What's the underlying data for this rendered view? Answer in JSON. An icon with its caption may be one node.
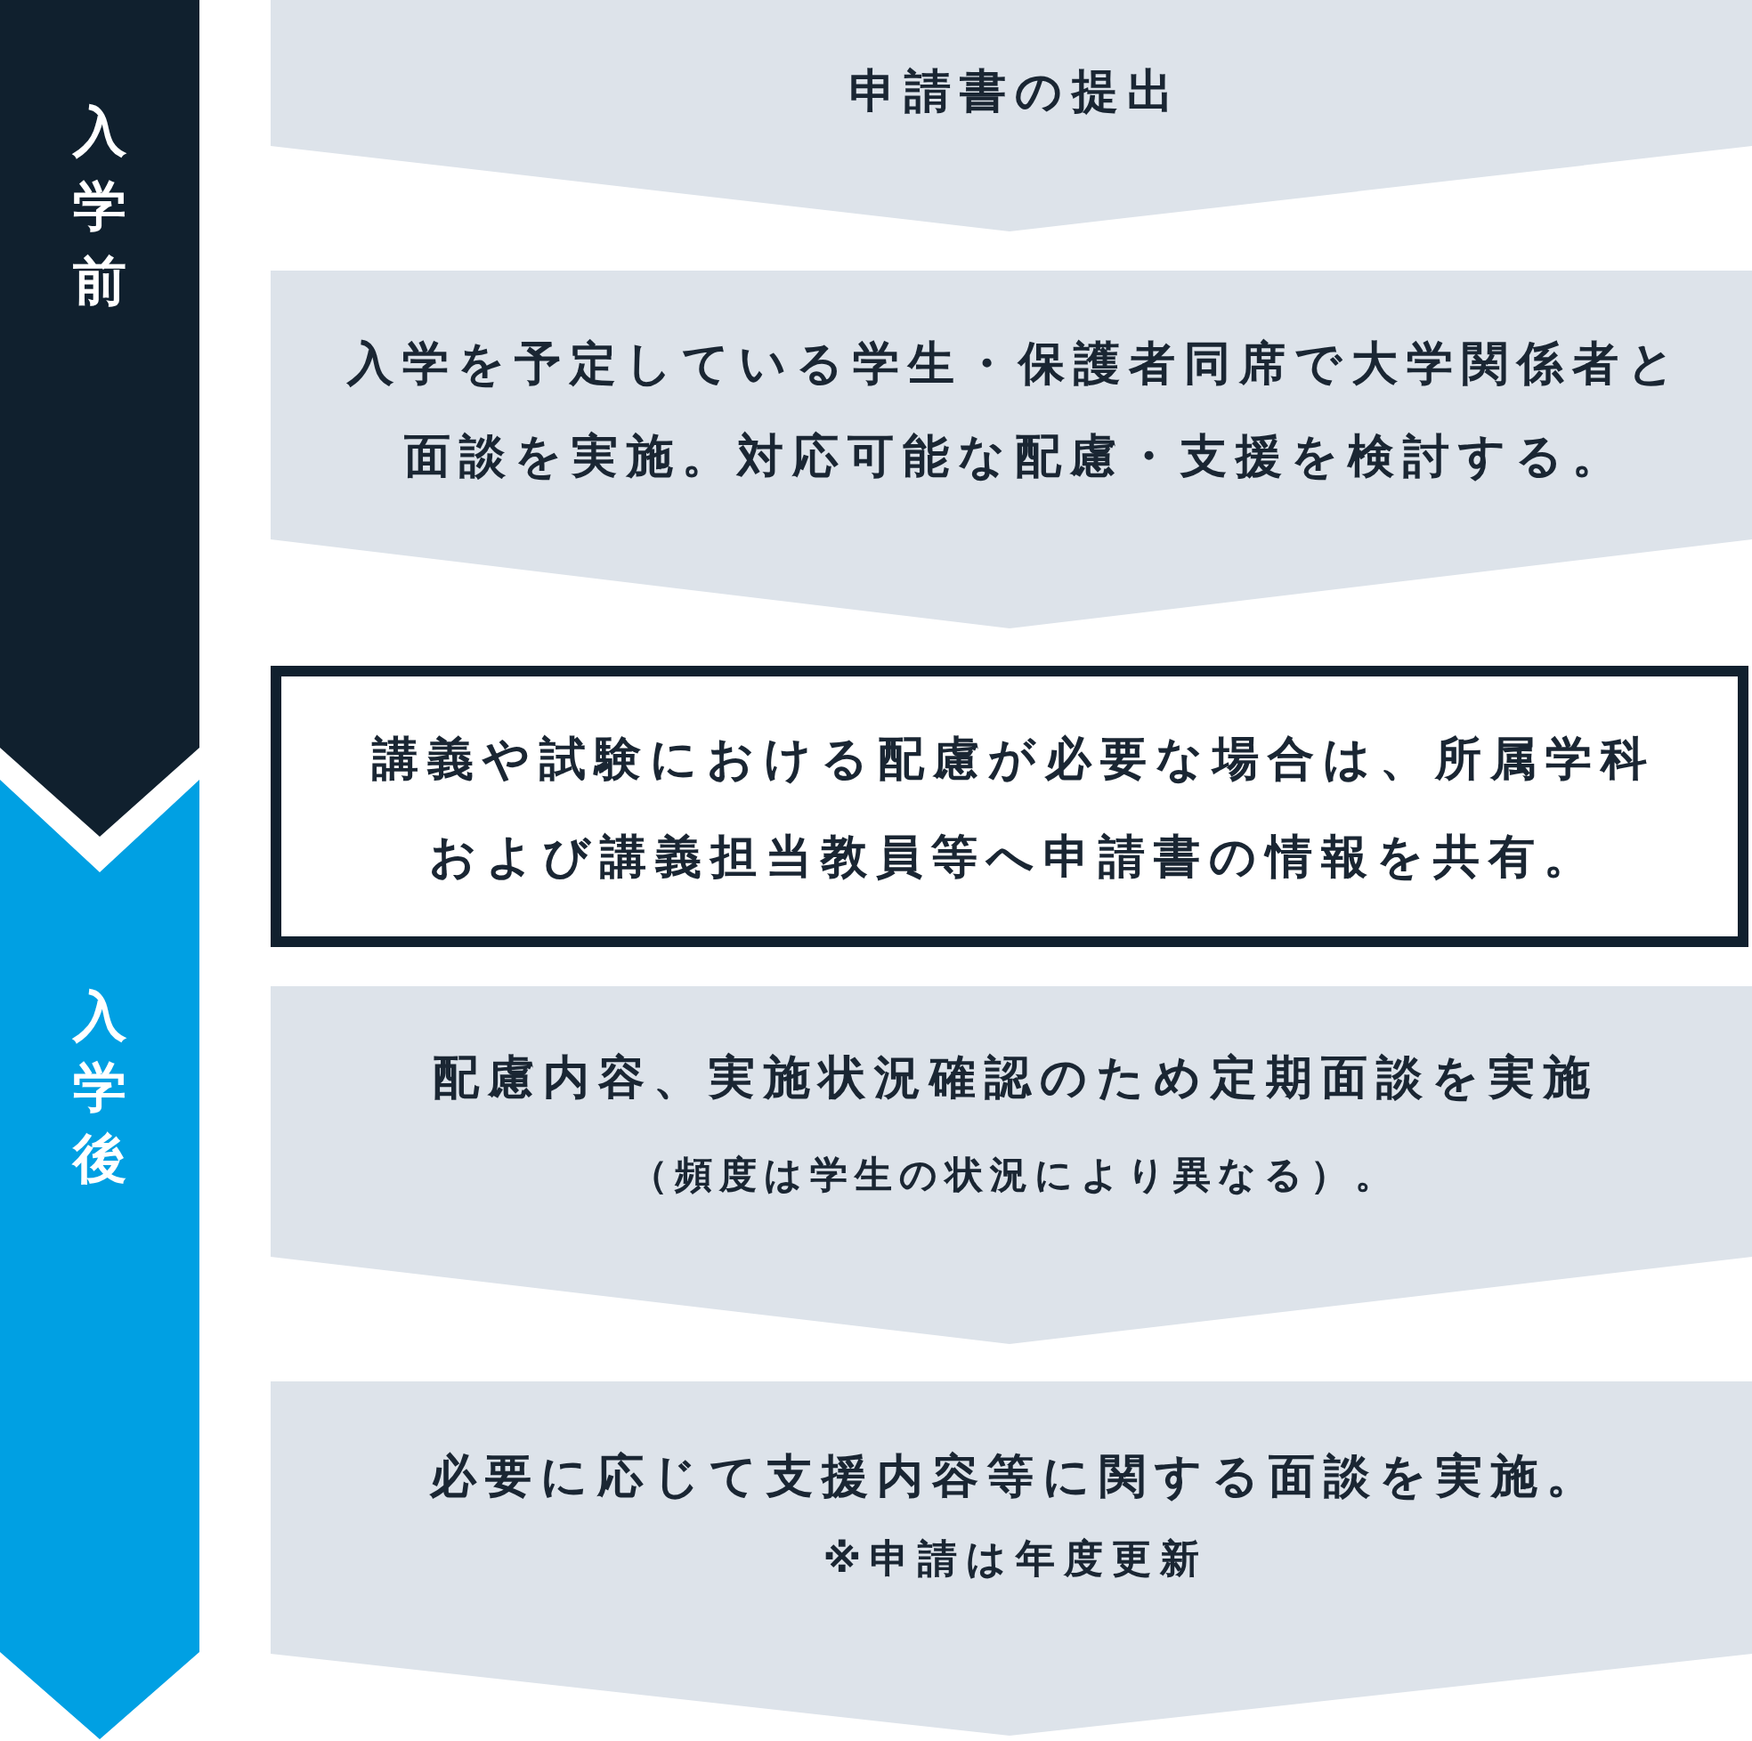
{
  "diagram": {
    "nodes": [
      {
        "text": [
          "入学前"
        ]
      },
      {
        "text": [
          "入学後"
        ]
      },
      {
        "text": [
          "申請書の提出"
        ]
      },
      {
        "text": [
          "入学を予定している学生・保護者同席で大学関係者と面談を実施。対応可能な配慮・支援を検討する。"
        ]
      },
      {
        "text": [
          "講義や試験における配慮が必要な場合は、所属学科および講義担当教員等へ申請書の情報を共有。"
        ]
      },
      {
        "text": [
          "配慮内容、実施状況確認のため定期面談を実施",
          "（頻度は学生の状況により異なる）。"
        ]
      },
      {
        "text": [
          "必要に応じて支援内容等に関する面談を実施。",
          "※申請は年度更新"
        ]
      }
    ]
  }
}
